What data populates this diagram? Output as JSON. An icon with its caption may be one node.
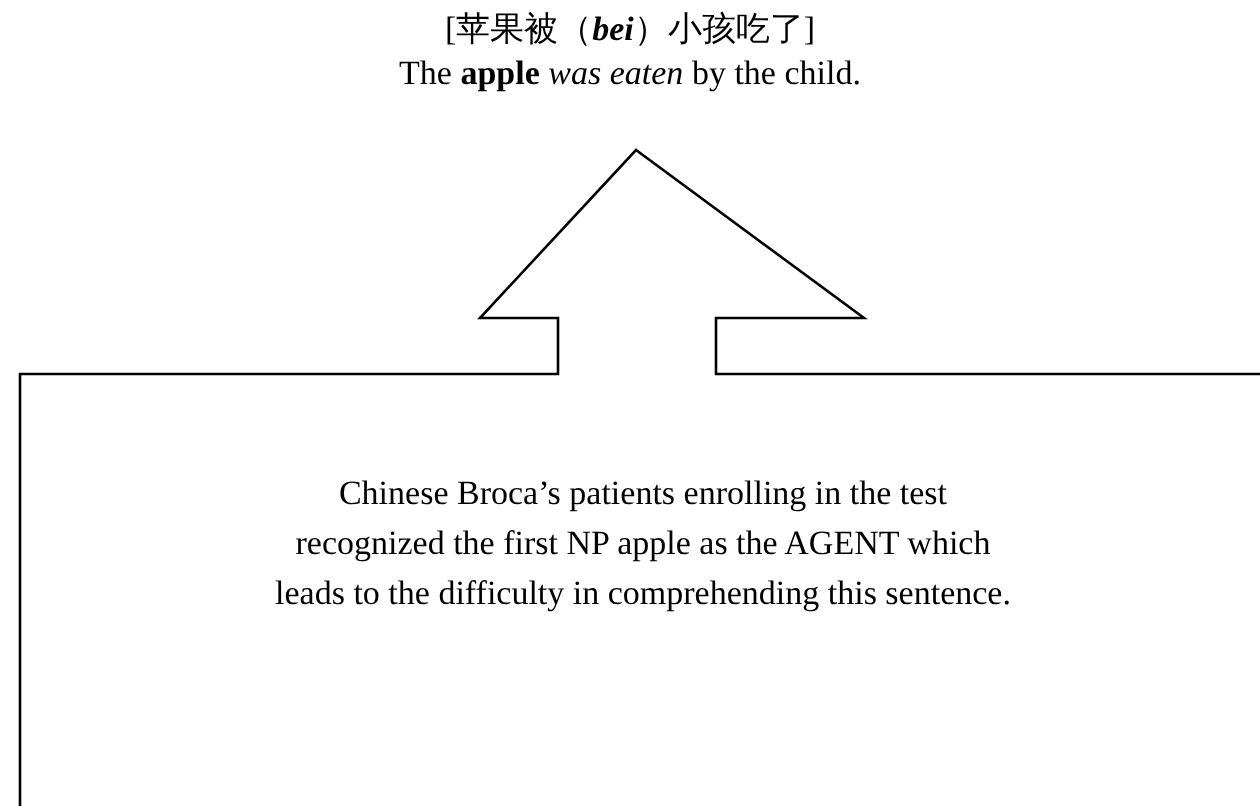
{
  "diagram": {
    "nodes": [
      {
        "text": [
          "[苹果被（**bei**）小孩吃了]",
          "The **apple** *was eaten* by the child."
        ]
      },
      {
        "text": [
          "Chinese Broca’s patients enrolling in the test recognized the first NP apple as the AGENT which leads to the difficulty in comprehending this sentence."
        ]
      }
    ]
  }
}
